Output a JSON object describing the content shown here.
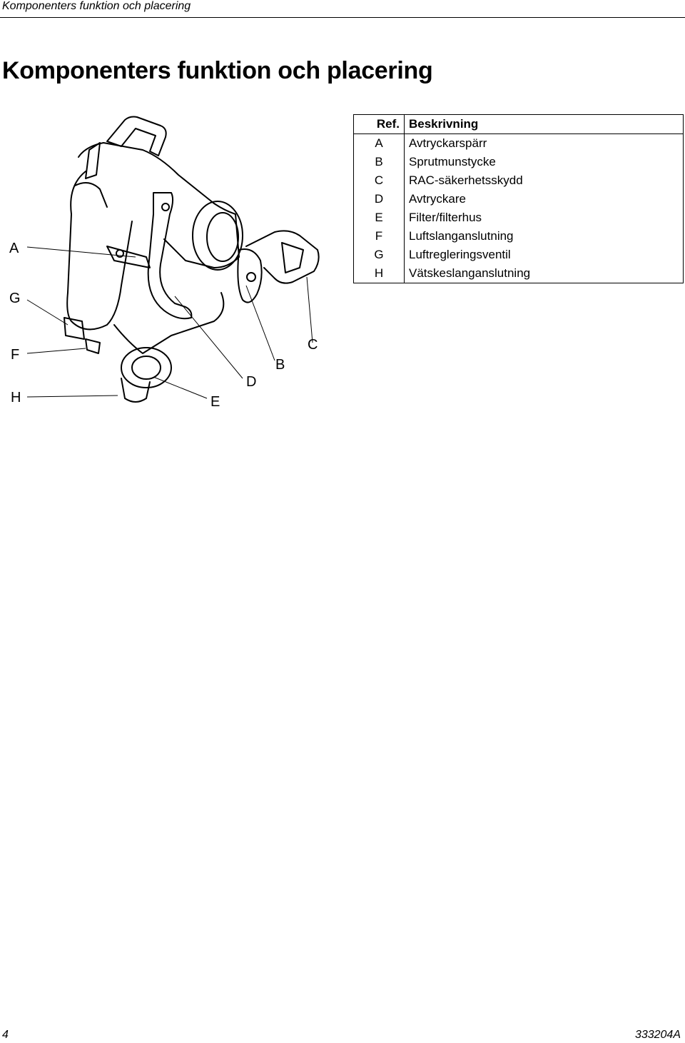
{
  "header": {
    "running_title": "Komponenters funktion och placering"
  },
  "page": {
    "heading": "Komponenters funktion och placering"
  },
  "figure": {
    "callouts": [
      "A",
      "G",
      "F",
      "H",
      "E",
      "D",
      "B",
      "C"
    ]
  },
  "table": {
    "headers": {
      "ref": "Ref.",
      "description": "Beskrivning"
    },
    "rows": [
      {
        "ref": "A",
        "description": "Avtryckarspärr"
      },
      {
        "ref": "B",
        "description": "Sprutmunstycke"
      },
      {
        "ref": "C",
        "description": "RAC-säkerhetsskydd"
      },
      {
        "ref": "D",
        "description": "Avtryckare"
      },
      {
        "ref": "E",
        "description": "Filter/filterhus"
      },
      {
        "ref": "F",
        "description": "Luftslanganslutning"
      },
      {
        "ref": "G",
        "description": "Luftregleringsventil"
      },
      {
        "ref": "H",
        "description": "Vätskeslanganslutning"
      }
    ]
  },
  "footer": {
    "page_number": "4",
    "document_number": "333204A"
  }
}
